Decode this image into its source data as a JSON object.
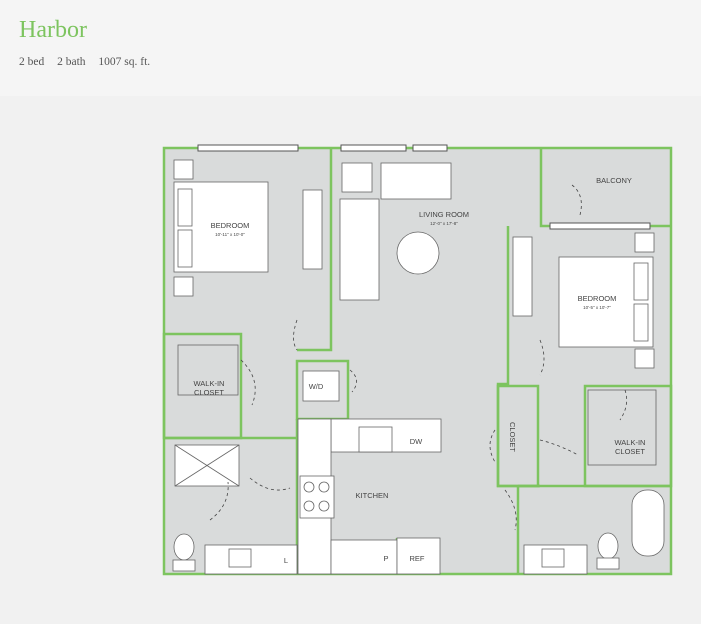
{
  "unit": {
    "name": "Harbor",
    "beds": "2 bed",
    "baths": "2 bath",
    "area": "1007 sq. ft."
  },
  "colors": {
    "wall_green": "#7dc45f",
    "floor_gray": "#d9dbdb",
    "fixture_white": "#ffffff",
    "outline": "#555555"
  },
  "rooms": {
    "bedroom_left": {
      "label": "BEDROOM",
      "dims": "10'-11\" x 10'-0\""
    },
    "living_room": {
      "label": "LIVING ROOM",
      "dims": "12'-0\" x 17'-8\""
    },
    "balcony": {
      "label": "BALCONY"
    },
    "bedroom_right": {
      "label": "BEDROOM",
      "dims": "10'-5\" x 10'-7\""
    },
    "walkin_left": {
      "line1": "WALK-IN",
      "line2": "CLOSET"
    },
    "walkin_right": {
      "line1": "WALK-IN",
      "line2": "CLOSET"
    },
    "closet": {
      "label": "CLOSET"
    },
    "wd": {
      "label": "W/D"
    },
    "kitchen": {
      "label": "KITCHEN"
    },
    "dw": {
      "label": "DW"
    },
    "ref": {
      "label": "REF"
    },
    "pantry": {
      "label": "P"
    },
    "linen": {
      "label": "L"
    }
  }
}
